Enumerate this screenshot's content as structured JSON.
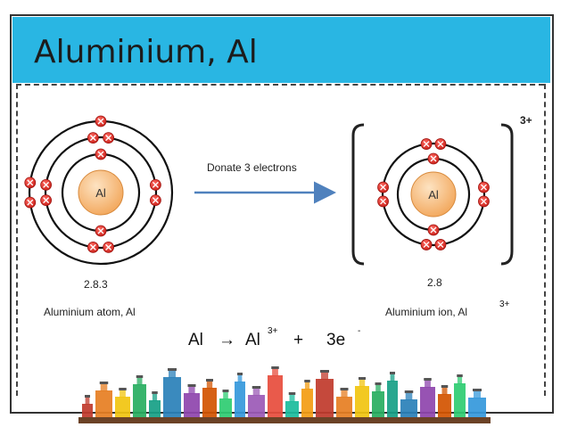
{
  "slide": {
    "title": "Aluminium, Al",
    "accent_color": "#29b6e3"
  },
  "atom": {
    "nucleus_symbol": "Al",
    "shells": [
      2,
      8,
      3
    ],
    "configuration": "2.8.3",
    "label": "Aluminium atom, Al"
  },
  "arrow": {
    "label": "Donate 3 electrons"
  },
  "ion": {
    "nucleus_symbol": "Al",
    "shells": [
      2,
      8
    ],
    "configuration": "2.8",
    "charge": "3+",
    "label": "Aluminium ion, Al",
    "label_charge": "3+"
  },
  "equation": {
    "reactant": "Al",
    "arrow": "→",
    "product": "Al",
    "product_charge": "3+",
    "plus": "+",
    "electrons": "3e",
    "electron_charge": "-"
  },
  "colors": {
    "nucleus": "#f8c48a",
    "electron": "#e8322c",
    "arrow": "#4f81bd",
    "shell": "#111111"
  },
  "decoration": "bottles-banner"
}
